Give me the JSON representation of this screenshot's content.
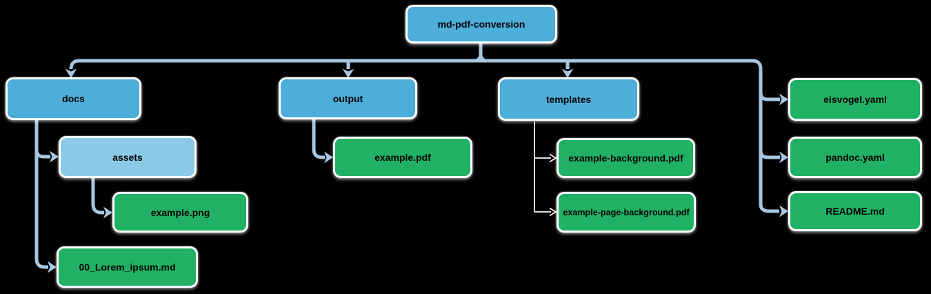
{
  "diagram": {
    "background": "#000000",
    "colors": {
      "folder_blue": "#4DAED9",
      "subfolder_light_blue": "#8BCAE7",
      "file_green": "#21B165",
      "connector_blue": "#A7C7E0",
      "connector_white": "#FFFFFF",
      "node_border": "#FFFFFF",
      "label_text": "#000000"
    },
    "nodes": {
      "root": {
        "label": "md-pdf-conversion",
        "type": "folder"
      },
      "docs": {
        "label": "docs",
        "type": "folder"
      },
      "assets": {
        "label": "assets",
        "type": "subfolder"
      },
      "example_png": {
        "label": "example.png",
        "type": "file"
      },
      "lorem": {
        "label": "00_Lorem_ipsum.md",
        "type": "file"
      },
      "output": {
        "label": "output",
        "type": "folder"
      },
      "example_pdf": {
        "label": "example.pdf",
        "type": "file"
      },
      "templates": {
        "label": "templates",
        "type": "folder"
      },
      "example_background": {
        "label": "example-background.pdf",
        "type": "file"
      },
      "example_page_background": {
        "label": "example-page-background.pdf",
        "type": "file"
      },
      "eisvogel": {
        "label": "eisvogel.yaml",
        "type": "file"
      },
      "pandoc": {
        "label": "pandoc.yaml",
        "type": "file"
      },
      "readme": {
        "label": "README.md",
        "type": "file"
      }
    },
    "edges": [
      {
        "from": "md-pdf-conversion",
        "to": "docs"
      },
      {
        "from": "md-pdf-conversion",
        "to": "output"
      },
      {
        "from": "md-pdf-conversion",
        "to": "templates"
      },
      {
        "from": "md-pdf-conversion",
        "to": "eisvogel.yaml"
      },
      {
        "from": "md-pdf-conversion",
        "to": "pandoc.yaml"
      },
      {
        "from": "md-pdf-conversion",
        "to": "README.md"
      },
      {
        "from": "docs",
        "to": "assets"
      },
      {
        "from": "docs",
        "to": "00_Lorem_ipsum.md"
      },
      {
        "from": "assets",
        "to": "example.png"
      },
      {
        "from": "output",
        "to": "example.pdf"
      },
      {
        "from": "templates",
        "to": "example-background.pdf"
      },
      {
        "from": "templates",
        "to": "example-page-background.pdf"
      }
    ]
  }
}
